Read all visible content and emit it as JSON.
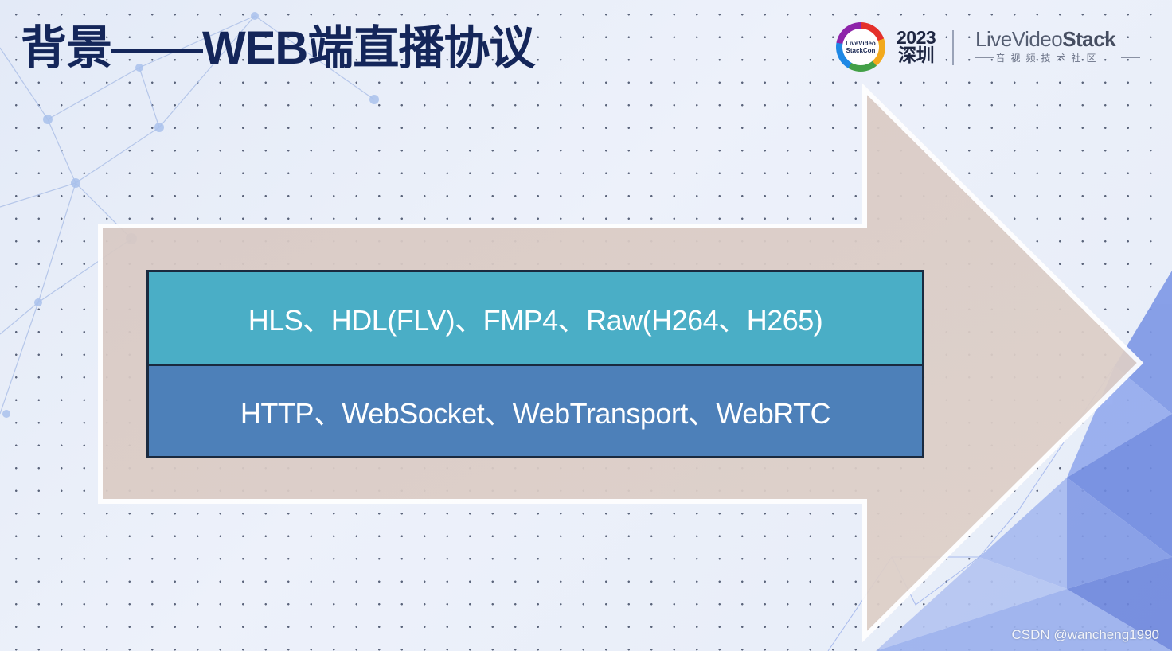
{
  "slide": {
    "title": "背景——WEB端直播协议"
  },
  "protocol_stack": {
    "formats_layer": "HLS、HDL(FLV)、FMP4、Raw(H264、H265)",
    "transport_layer": "HTTP、WebSocket、WebTransport、WebRTC"
  },
  "branding": {
    "conference_badge_line1": "LiveVideo",
    "conference_badge_line2": "StackCon",
    "year": "2023",
    "city": "深圳",
    "brand_name_part1": "LiveVideo",
    "brand_name_part2": "Stack",
    "brand_tagline": "音视频技术社区"
  },
  "watermark": "CSDN @wancheng1990",
  "colors": {
    "title": "#14265a",
    "arrow_fill": "#dccdc6",
    "arrow_border": "#ffffff",
    "formats_band": "#4aaec6",
    "transport_band": "#4d80b9",
    "band_border": "#1a2a3f"
  }
}
